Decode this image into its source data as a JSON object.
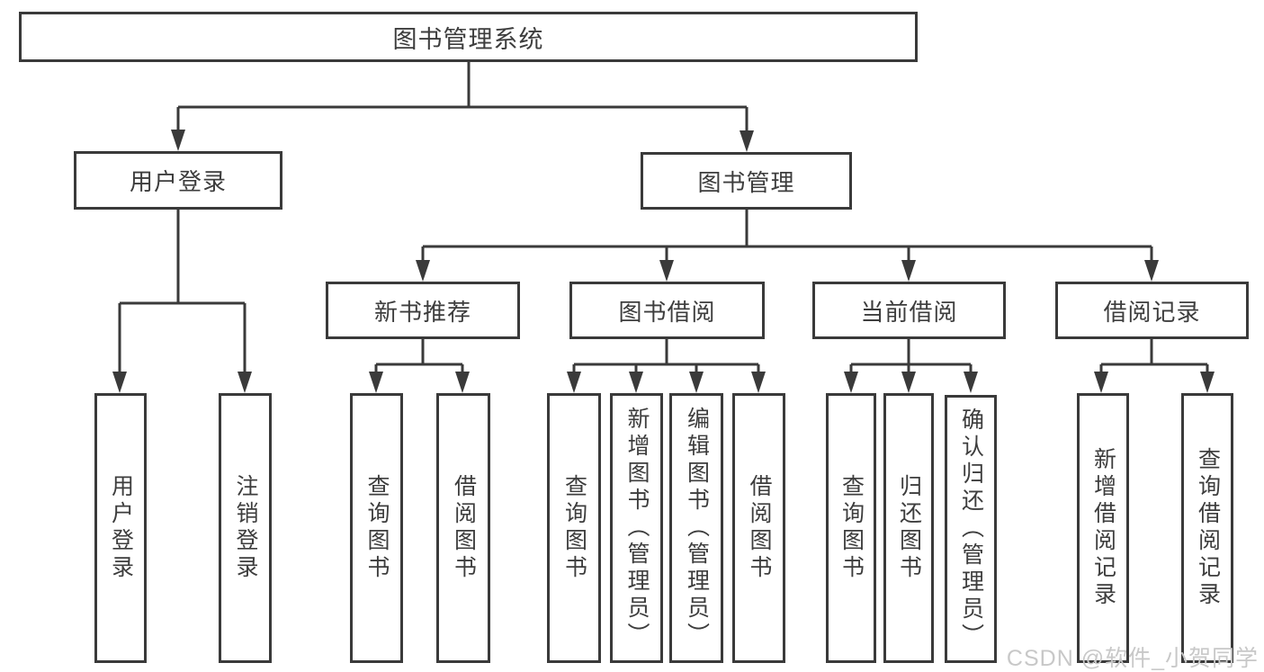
{
  "diagram": {
    "title": "图书管理系统",
    "branches": [
      {
        "label": "用户登录",
        "children": [
          "用户登录",
          "注销登录"
        ]
      },
      {
        "label": "图书管理",
        "children": [
          {
            "label": "新书推荐",
            "children": [
              "查询图书",
              "借阅图书"
            ]
          },
          {
            "label": "图书借阅",
            "children": [
              "查询图书",
              "新增图书（管理员）",
              "编辑图书（管理员）",
              "借阅图书"
            ]
          },
          {
            "label": "当前借阅",
            "children": [
              "查询图书",
              "归还图书",
              "确认归还（管理员）"
            ]
          },
          {
            "label": "借阅记录",
            "children": [
              "新增借阅记录",
              "查询借阅记录"
            ]
          }
        ]
      }
    ]
  },
  "watermark": {
    "text": "CSDN @软件_小贺同学"
  },
  "colors": {
    "line": "#3a3a3a",
    "text": "#3d3d3d",
    "watermark_text": "#c8c8c8",
    "background": "#ffffff"
  }
}
